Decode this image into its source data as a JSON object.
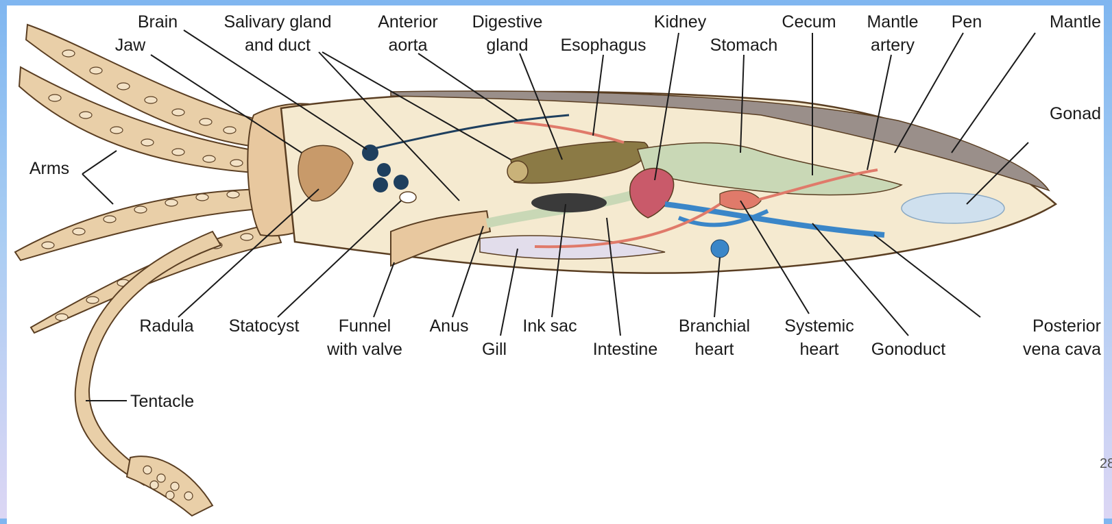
{
  "labels": {
    "brain": "Brain",
    "jaw": "Jaw",
    "salivary_1": "Salivary gland",
    "salivary_2": "and duct",
    "anterior_1": "Anterior",
    "anterior_2": "aorta",
    "digestive_1": "Digestive",
    "digestive_2": "gland",
    "esophagus": "Esophagus",
    "kidney": "Kidney",
    "stomach": "Stomach",
    "cecum": "Cecum",
    "mantle_artery_1": "Mantle",
    "mantle_artery_2": "artery",
    "pen": "Pen",
    "mantle": "Mantle",
    "gonad": "Gonad",
    "arms": "Arms",
    "radula": "Radula",
    "statocyst": "Statocyst",
    "funnel_1": "Funnel",
    "funnel_2": "with valve",
    "anus": "Anus",
    "gill": "Gill",
    "ink_sac": "Ink sac",
    "intestine": "Intestine",
    "branchial_1": "Branchial",
    "branchial_2": "heart",
    "systemic_1": "Systemic",
    "systemic_2": "heart",
    "gonoduct": "Gonoduct",
    "posterior_1": "Posterior",
    "posterior_2": "vena cava",
    "tentacle": "Tentacle"
  },
  "page_number": "28",
  "colors": {
    "body_outline": "#5a3e22",
    "mantle_fill": "#f5ead0",
    "head_fill": "#e8c89f",
    "arm_fill": "#e9cfa8",
    "digestive_gland": "#8b7a45",
    "gut": "#c9d8b6",
    "nerve_blue": "#1e3f5e",
    "vessel_blue": "#3a86c8",
    "artery_red": "#e07a6a",
    "ink_sac": "#3a3a3a",
    "gonad": "#cfe0ee",
    "gill": "#e2ddeb"
  }
}
